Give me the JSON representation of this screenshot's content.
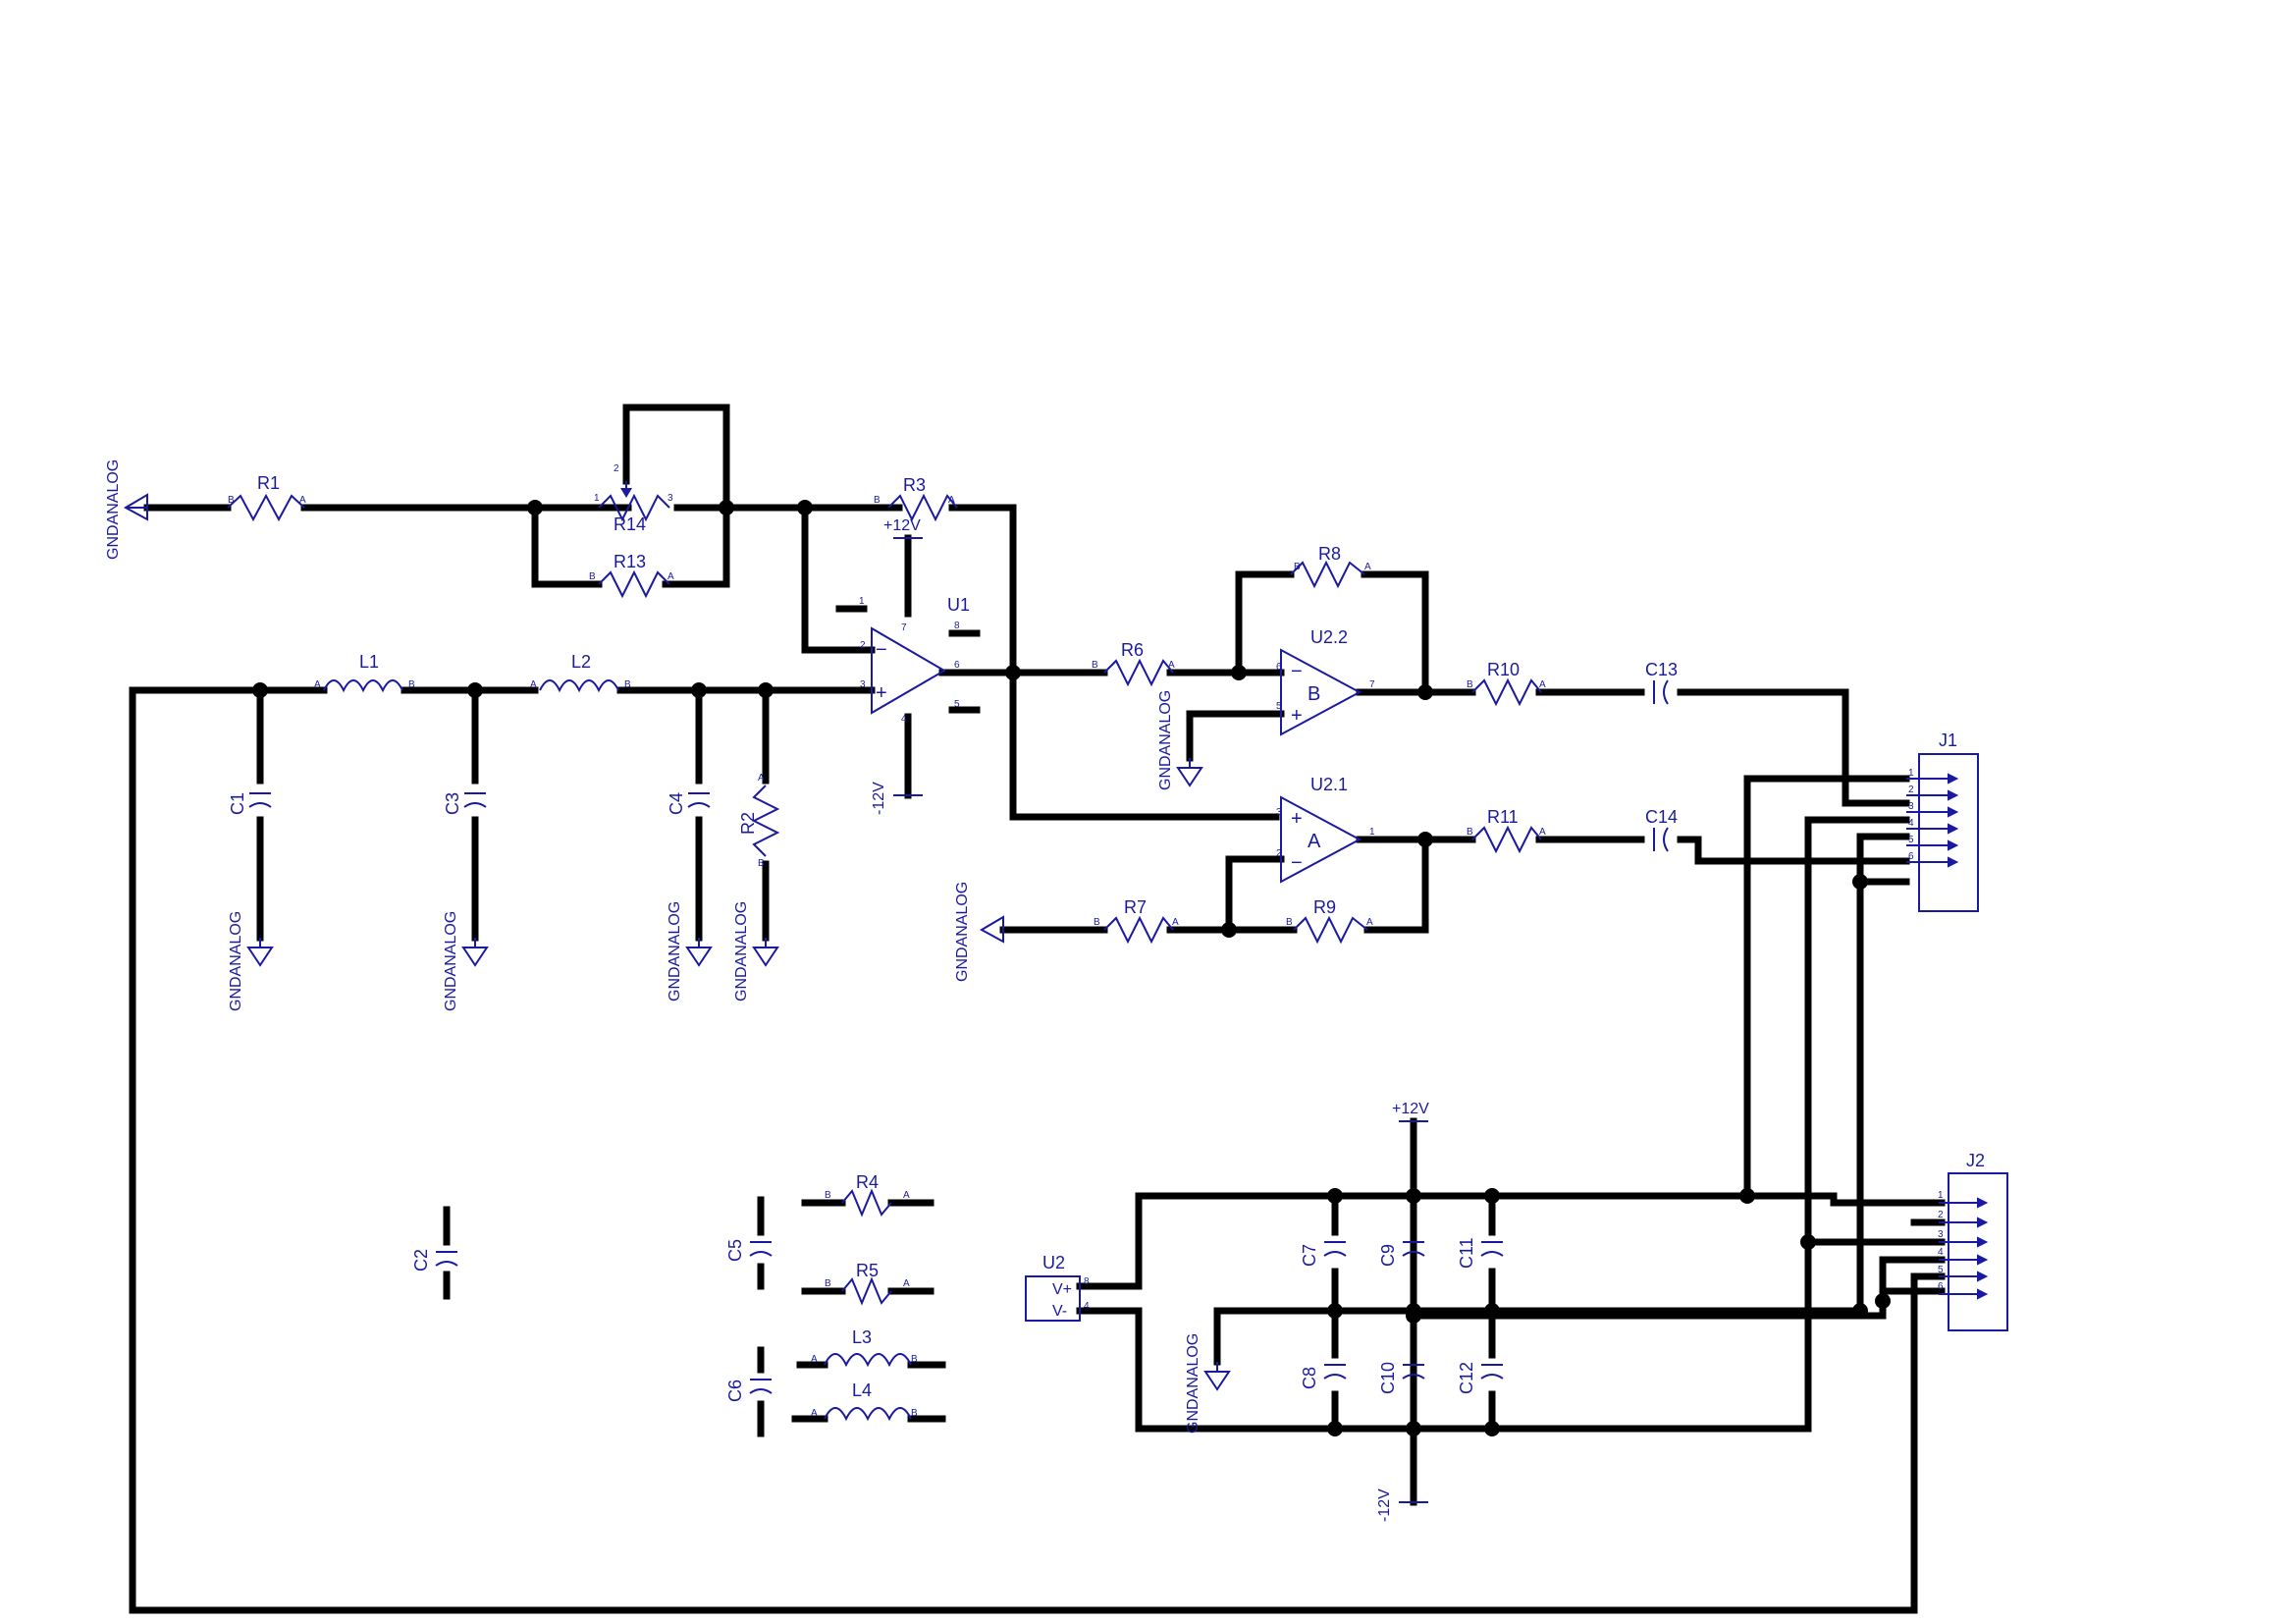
{
  "colors": {
    "wire": "#000000",
    "symbol": "#1a1aa0",
    "background": "#ffffff"
  },
  "labels": {
    "gnd": "GNDANALOG",
    "vpos": "+12V",
    "vneg": "-12V",
    "pinA": "A",
    "pinB": "B",
    "p1": "1",
    "p2": "2",
    "p3": "3",
    "p4": "4",
    "p5": "5",
    "p6": "6",
    "p7": "7",
    "p8": "8",
    "plus": "+",
    "minus": "−",
    "opA": "A",
    "opB": "B",
    "vplus": "V+",
    "vminus": "V-"
  },
  "refdes": {
    "R1": "R1",
    "R2": "R2",
    "R3": "R3",
    "R4": "R4",
    "R5": "R5",
    "R6": "R6",
    "R7": "R7",
    "R8": "R8",
    "R9": "R9",
    "R10": "R10",
    "R11": "R11",
    "R13": "R13",
    "R14": "R14",
    "L1": "L1",
    "L2": "L2",
    "L3": "L3",
    "L4": "L4",
    "C1": "C1",
    "C2": "C2",
    "C3": "C3",
    "C4": "C4",
    "C5": "C5",
    "C6": "C6",
    "C7": "C7",
    "C8": "C8",
    "C9": "C9",
    "C10": "C10",
    "C11": "C11",
    "C12": "C12",
    "C13": "C13",
    "C14": "C14",
    "U1": "U1",
    "U2": "U2",
    "U2_1": "U2.1",
    "U2_2": "U2.2",
    "J1": "J1",
    "J2": "J2"
  }
}
